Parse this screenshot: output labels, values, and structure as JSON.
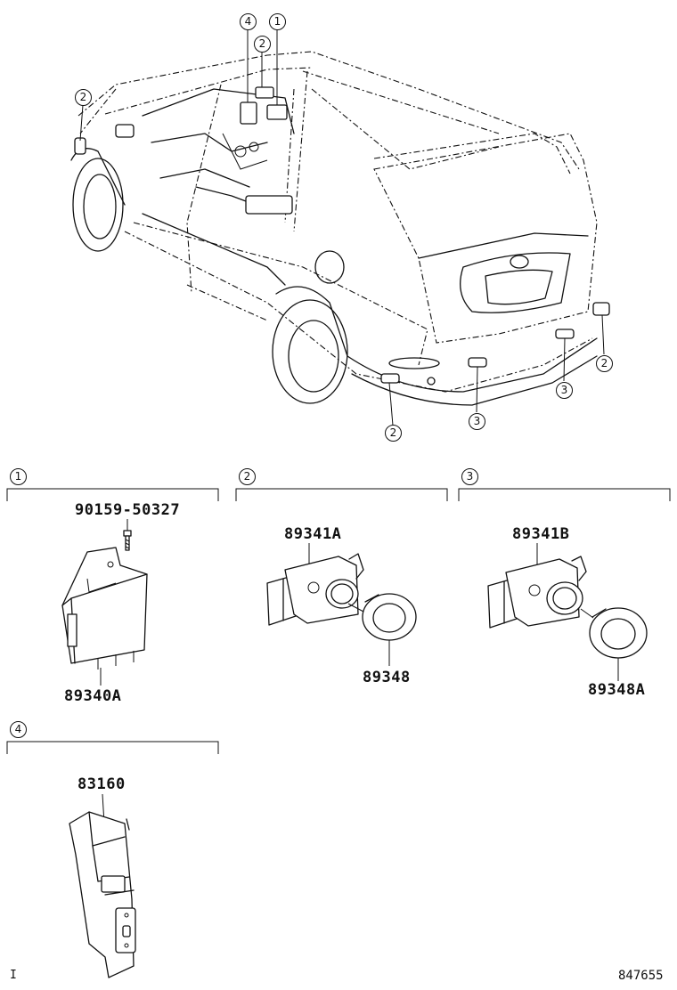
{
  "sections": [
    {
      "marker": "1",
      "labels": {
        "bolt": "90159-50327",
        "ecu": "89340A"
      }
    },
    {
      "marker": "2",
      "labels": {
        "sensor": "89341A",
        "retainer": "89348"
      }
    },
    {
      "marker": "3",
      "labels": {
        "sensor": "89341B",
        "retainer": "89348A"
      }
    },
    {
      "marker": "4",
      "labels": {
        "switch": "83160"
      }
    }
  ],
  "car_markers": {
    "m4": "4",
    "m1": "1",
    "m2_top": "2",
    "m2_left": "2",
    "m2_rear_right": "2",
    "m3_right": "3",
    "m3_mid": "3",
    "m2_bottom": "2"
  },
  "footer": {
    "left_mark": "I",
    "code": "847655"
  }
}
